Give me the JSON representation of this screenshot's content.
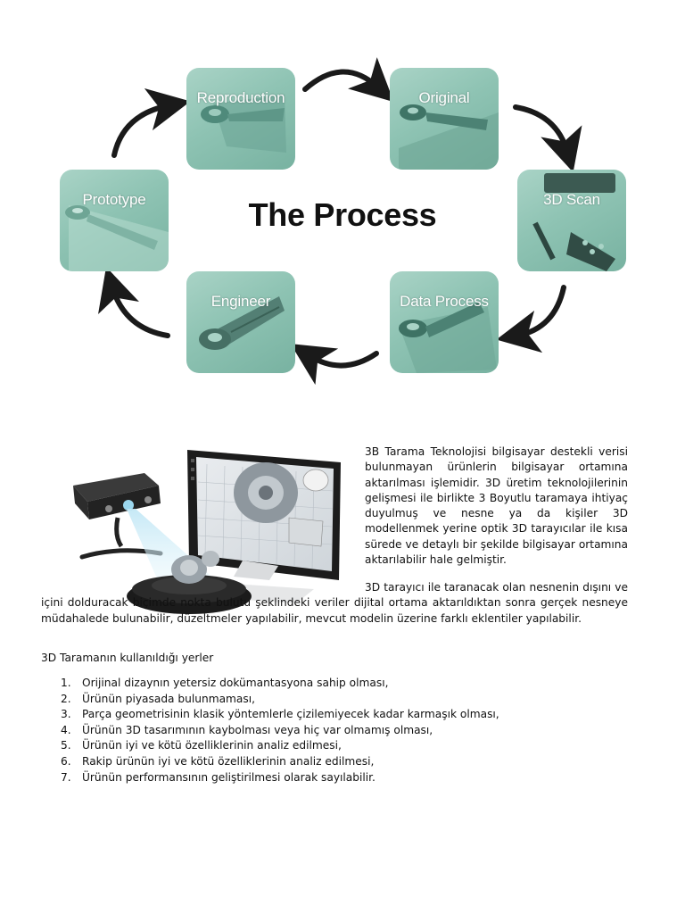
{
  "diagram": {
    "title": "The Process",
    "steps": [
      {
        "label": "Reproduction"
      },
      {
        "label": "Original"
      },
      {
        "label": "3D Scan"
      },
      {
        "label": "Data Process"
      },
      {
        "label": "Engineer"
      },
      {
        "label": "Prototype"
      }
    ],
    "tile_color": "#8ec3b3"
  },
  "article": {
    "paragraph1": "3B Tarama Teknolojisi bilgisayar destekli verisi bulunmayan ürünlerin bilgisayar ortamına aktarılması işlemidir. 3D üretim teknolojilerinin gelişmesi ile birlikte 3 Boyutlu taramaya ihtiyaç duyulmuş ve nesne ya da kişiler 3D modellenmek yerine optik 3D tarayıcılar ile kısa sürede ve detaylı bir şekilde bilgisayar ortamına aktarılabilir hale gelmiştir.",
    "paragraph2": "3D tarayıcı ile taranacak olan nesnenin dışını ve içini dolduracak biçimde nokta bulutu şeklindeki veriler dijital ortama aktarıldıktan sonra gerçek nesneye müdahalede bulunabilir, düzeltmeler yapılabilir, mevcut modelin üzerine farklı eklentiler yapılabilir.",
    "list_heading": "3D Taramanın kullanıldığı yerler",
    "list_items": [
      {
        "num": "1.",
        "text": "Orijinal dizaynın yetersiz dokümantasyona sahip olması,"
      },
      {
        "num": "2.",
        "text": "Ürünün piyasada bulunmaması,"
      },
      {
        "num": "3.",
        "text": "Parça geometrisinin klasik yöntemlerle çizilemiyecek kadar karmaşık olması,"
      },
      {
        "num": "4.",
        "text": "Ürünün 3D tasarımının kaybolması veya hiç var olmamış olması,"
      },
      {
        "num": "5.",
        "text": "Ürünün iyi ve kötü özelliklerinin analiz edilmesi,"
      },
      {
        "num": "6.",
        "text": "Rakip ürünün iyi ve kötü özelliklerinin analiz edilmesi,"
      },
      {
        "num": "7.",
        "text": "Ürünün performansının geliştirilmesi olarak sayılabilir."
      }
    ]
  }
}
